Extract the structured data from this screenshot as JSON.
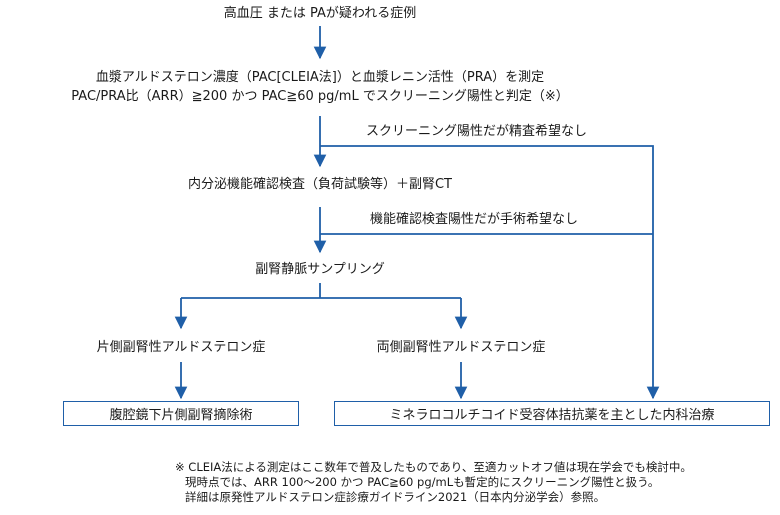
{
  "flow": {
    "start": "高血圧 または PAが疑われる症例",
    "screening_line1": "血漿アルドステロン濃度（PAC[CLEIA法]）と血漿レニン活性（PRA）を測定",
    "screening_line2": "PAC/PRA比（ARR）≧200 かつ PAC≧60 pg/mL でスクリーニング陽性と判定（※）",
    "branch1_label": "スクリーニング陽性だが精査希望なし",
    "confirm": "内分泌機能確認検査（負荷試験等）＋副腎CT",
    "branch2_label": "機能確認検査陽性だが手術希望なし",
    "avs": "副腎静脈サンプリング",
    "unilateral": "片側副腎性アルドステロン症",
    "bilateral": "両側副腎性アルドステロン症",
    "surgery": "腹腔鏡下片側副腎摘除術",
    "medical": "ミネラロコルチコイド受容体拮抗薬を主とした内科治療"
  },
  "footnote": {
    "line1": "※ CLEIA法による測定はここ数年で普及したものであり、至適カットオフ値は現在学会でも検討中。",
    "line2": "現時点では、ARR 100〜200 かつ PAC≧60 pg/mLも暫定的にスクリーニング陽性と扱う。",
    "line3": "詳細は原発性アルドステロン症診療ガイドライン2021（日本内分泌学会）参照。"
  },
  "colors": {
    "line": "#1f5fa8",
    "text": "#1a1a1a"
  }
}
